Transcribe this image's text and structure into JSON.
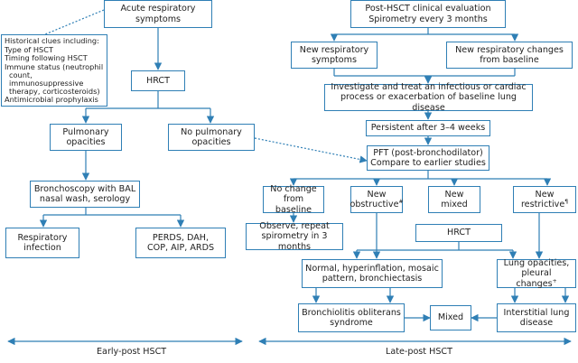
{
  "nodes": {
    "acute": "Acute respiratory\nsymptoms",
    "historical_title": "Historical clues including:",
    "historical_items": [
      "Type of HSCT",
      "Timing following HSCT",
      "Immune status (neutrophil",
      "count, immunosuppressive",
      "therapy, corticosteroids)",
      "Antimicrobial prophylaxis"
    ],
    "hrct_left": "HRCT",
    "pulmonary_opacities": "Pulmonary\nopacities",
    "no_pulmonary_opacities": "No pulmonary\nopacities",
    "bronchoscopy": "Bronchoscopy with BAL\nnasal wash, serology",
    "respiratory_infection": "Respiratory\ninfection",
    "perds": "PERDS, DAH,\nCOP, AIP, ARDS",
    "post_hsct": "Post-HSCT clinical evaluation\nSpirometry every 3 months",
    "new_symptoms": "New respiratory\nsymptoms",
    "new_changes": "New respiratory changes\nfrom baseline",
    "investigate": "Investigate and treat an infectious or cardiac\nprocess or exacerbation of baseline lung disease",
    "persistent": "Persistent after 3–4 weeks",
    "pft": "PFT (post-bronchodilator)\nCompare to earlier studies",
    "no_change": "No change\nfrom baseline",
    "new_obstructive": "New\nobstructive",
    "new_obstructive_mark": "#",
    "new_mixed": "New\nmixed",
    "new_restrictive": "New\nrestrictive",
    "new_restrictive_mark": "¶",
    "observe": "Observe, repeat\nspirometry in 3 months",
    "hrct_right": "HRCT",
    "normal": "Normal, hyperinflation, mosaic\npattern, bronchiectasis",
    "lung_opacities": "Lung opacities,\npleural changes",
    "lung_opacities_mark": "+",
    "bronchiolitis": "Bronchiolitis obliterans\nsyndrome",
    "mixed": "Mixed",
    "interstitial": "Interstitial lung\ndisease"
  },
  "periods": {
    "early": "Early-post HSCT",
    "late": "Late-post HSCT"
  },
  "colors": {
    "box_border": "#2f7fb5",
    "line": "#2f7fb5",
    "text": "#222222"
  }
}
